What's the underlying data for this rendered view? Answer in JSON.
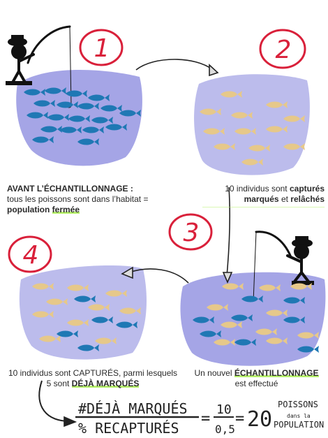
{
  "steps": [
    "1",
    "2",
    "3",
    "4"
  ],
  "step1": {
    "title": "AVANT L’ÉCHANTILLONNAGE :",
    "line2": "tous les poissons sont dans l’habitat =",
    "line3_a": "population ",
    "line3_b": "fermée"
  },
  "step2": {
    "line1_a": "10 individus sont ",
    "line1_b": "capturés",
    "line2_a": "marqués",
    "line2_b": " et ",
    "line2_c": "relâchés"
  },
  "step3": {
    "line1_a": "Un nouvel ",
    "line1_b": "ÉCHANTILLONNAGE",
    "line2": "est effectué"
  },
  "step4": {
    "line1": "10 individus sont CAPTURÉS, parmi lesquels",
    "line2_a": "5 sont ",
    "line2_b": "DÉJÀ MARQUÉS"
  },
  "formula": {
    "num1": "#DÉJÀ MARQUÉS",
    "den1": "% RECAPTURÉS",
    "num2": "10",
    "den2": "0,5",
    "result": "20",
    "label_top": "POISSONS",
    "label_mid": "dans la",
    "label_bottom": "POPULATION"
  },
  "colors": {
    "pond": "#8f8fe0",
    "marked_fish": "#e6c88a",
    "unmarked_fish": "#1f78b4",
    "step_circle": "#d9203a",
    "highlight": "#b6f06b"
  }
}
